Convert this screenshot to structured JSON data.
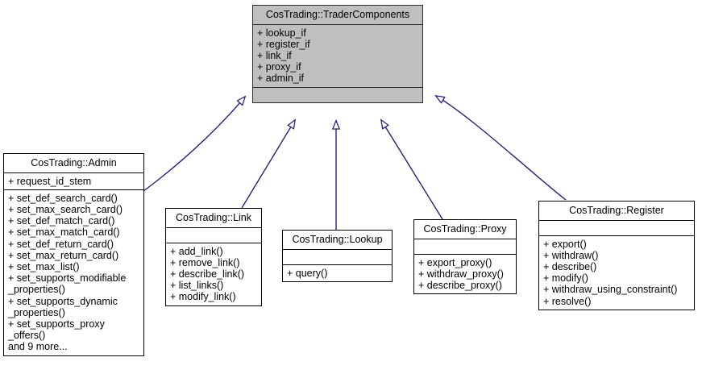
{
  "diagram": {
    "title": "CosTrading::TraderComponents inheritance diagram",
    "type": "uml-class-inheritance",
    "colors": {
      "edge": "#242477",
      "root_fill": "#bfbfbf",
      "class_fill": "#ffffff",
      "border": "#000000",
      "text": "#000000",
      "background": "#ffffff"
    }
  },
  "classes": {
    "trader_components": {
      "name": "CosTrading::TraderComponents",
      "attributes": [
        "+ lookup_if",
        "+ register_if",
        "+ link_if",
        "+ proxy_if",
        "+ admin_if"
      ],
      "operations": []
    },
    "admin": {
      "name": "CosTrading::Admin",
      "attributes": [
        "+ request_id_stem"
      ],
      "operations": [
        "+ set_def_search_card()",
        "+ set_max_search_card()",
        "+ set_def_match_card()",
        "+ set_max_match_card()",
        "+ set_def_return_card()",
        "+ set_max_return_card()",
        "+ set_max_list()",
        "+ set_supports_modifiable",
        "_properties()",
        "+ set_supports_dynamic",
        "_properties()",
        "+ set_supports_proxy",
        "_offers()",
        "and 9 more..."
      ]
    },
    "link": {
      "name": "CosTrading::Link",
      "attributes": [],
      "operations": [
        "+ add_link()",
        "+ remove_link()",
        "+ describe_link()",
        "+ list_links()",
        "+ modify_link()"
      ]
    },
    "lookup": {
      "name": "CosTrading::Lookup",
      "attributes": [],
      "operations": [
        "+ query()"
      ]
    },
    "proxy": {
      "name": "CosTrading::Proxy",
      "attributes": [],
      "operations": [
        "+ export_proxy()",
        "+ withdraw_proxy()",
        "+ describe_proxy()"
      ]
    },
    "register": {
      "name": "CosTrading::Register",
      "attributes": [],
      "operations": [
        "+ export()",
        "+ withdraw()",
        "+ describe()",
        "+ modify()",
        "+ withdraw_using_constraint()",
        "+ resolve()"
      ]
    }
  },
  "relationships": [
    {
      "from": "CosTrading::Admin",
      "to": "CosTrading::TraderComponents",
      "kind": "generalization"
    },
    {
      "from": "CosTrading::Link",
      "to": "CosTrading::TraderComponents",
      "kind": "generalization"
    },
    {
      "from": "CosTrading::Lookup",
      "to": "CosTrading::TraderComponents",
      "kind": "generalization"
    },
    {
      "from": "CosTrading::Proxy",
      "to": "CosTrading::TraderComponents",
      "kind": "generalization"
    },
    {
      "from": "CosTrading::Register",
      "to": "CosTrading::TraderComponents",
      "kind": "generalization"
    }
  ]
}
